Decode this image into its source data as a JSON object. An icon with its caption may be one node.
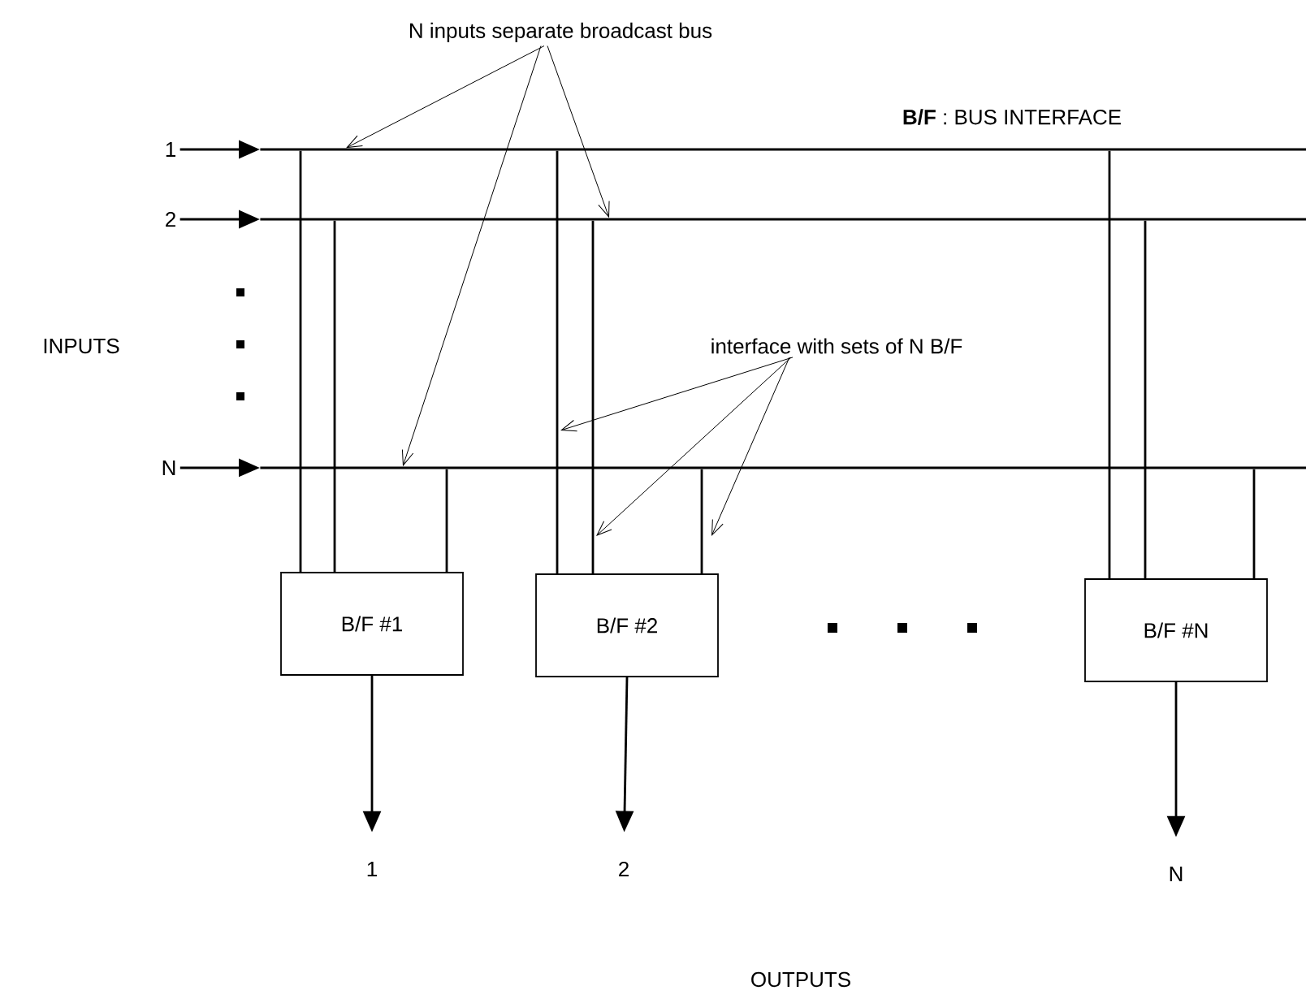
{
  "diagram": {
    "nodes": [
      {
        "text": [
          "N inputs separate broadcast bus"
        ]
      },
      {
        "text": [
          "1"
        ]
      },
      {
        "text": [
          "2"
        ]
      },
      {
        "text": [
          "N"
        ]
      },
      {
        "text": [],
        "shape": "bar"
      },
      {
        "text": [],
        "shape": "bar"
      },
      {
        "text": [],
        "shape": "bar"
      },
      {
        "text": [
          "interface with sets of N B/F"
        ]
      },
      {
        "text": [
          "B/F #1"
        ]
      },
      {
        "text": [
          "B/F #2"
        ]
      },
      {
        "text": [
          "B/F #N"
        ]
      },
      {
        "text": [
          "1"
        ]
      },
      {
        "text": [
          "2"
        ]
      },
      {
        "text": [
          "N"
        ]
      }
    ],
    "edges": [
      {
        "from": 1,
        "to": 4,
        "arrow": "to"
      },
      {
        "from": 2,
        "to": 5,
        "arrow": "to"
      },
      {
        "from": 3,
        "to": 6,
        "arrow": "to"
      },
      {
        "from": 4,
        "to": 8,
        "arrow": "none"
      },
      {
        "from": 5,
        "to": 8,
        "arrow": "none"
      },
      {
        "from": 6,
        "to": 8,
        "arrow": "none"
      },
      {
        "from": 4,
        "to": 9,
        "arrow": "none"
      },
      {
        "from": 5,
        "to": 9,
        "arrow": "none"
      },
      {
        "from": 6,
        "to": 9,
        "arrow": "none"
      },
      {
        "from": 4,
        "to": 10,
        "arrow": "none"
      },
      {
        "from": 5,
        "to": 10,
        "arrow": "none"
      },
      {
        "from": 6,
        "to": 10,
        "arrow": "none"
      },
      {
        "from": 8,
        "to": 11,
        "arrow": "to"
      },
      {
        "from": 9,
        "to": 12,
        "arrow": "to"
      },
      {
        "from": 10,
        "to": 13,
        "arrow": "to"
      },
      {
        "from": 0,
        "to": 4,
        "arrow": "to"
      },
      {
        "from": 0,
        "to": 5,
        "arrow": "to"
      },
      {
        "from": 0,
        "to": 6,
        "arrow": "to"
      },
      {
        "from": 7,
        "to": null,
        "arrow": "to"
      },
      {
        "from": 7,
        "to": null,
        "arrow": "to"
      },
      {
        "from": 7,
        "to": null,
        "arrow": "to"
      }
    ],
    "labels": [
      "**B/F** : BUS INTERFACE",
      "INPUTS",
      "OUTPUTS"
    ]
  }
}
